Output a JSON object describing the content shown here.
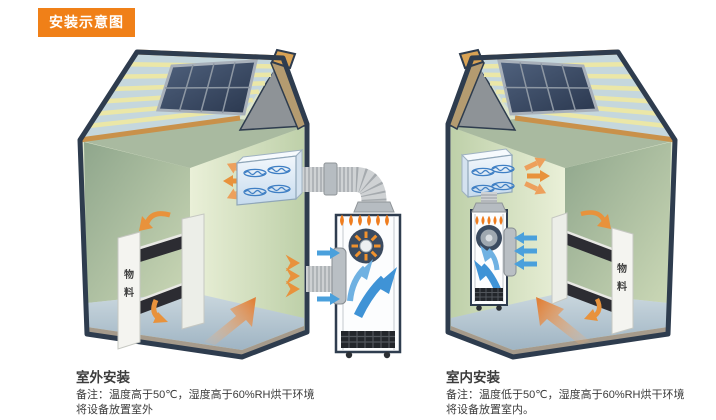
{
  "title_badge": {
    "label": "安装示意图"
  },
  "left_diagram": {
    "caption_title": "室外安装",
    "caption_note1": "备注：温度高于50℃，湿度高于60%RH烘干环境",
    "caption_note2": "将设备放置室外",
    "shelf_label": {
      "char1": "物",
      "char2": "料"
    }
  },
  "right_diagram": {
    "caption_title": "室内安装",
    "caption_note1": "备注：温度低于50℃，湿度高于60%RH烘干环境",
    "caption_note2": "将设备放置室内。",
    "shelf_label": {
      "char1": "物",
      "char2": "料"
    }
  },
  "colors": {
    "badge_bg": "#F08018",
    "outline_navy": "#2E3C4E",
    "roof_blue": "#C5D7DD",
    "roof_stripe_yellow": "#EBE7A7",
    "trim_tan": "#C9914A",
    "wall_green_light": "#EAF0D8",
    "wall_green_dark": "#8FA68C",
    "floor_blue_gray": "#AFC3CF",
    "arrow_orange": "#E8923C",
    "arrow_blue": "#4AA0DC",
    "flame_orange": "#EF7D1F",
    "solar_panel_blue": "#2A374E"
  }
}
